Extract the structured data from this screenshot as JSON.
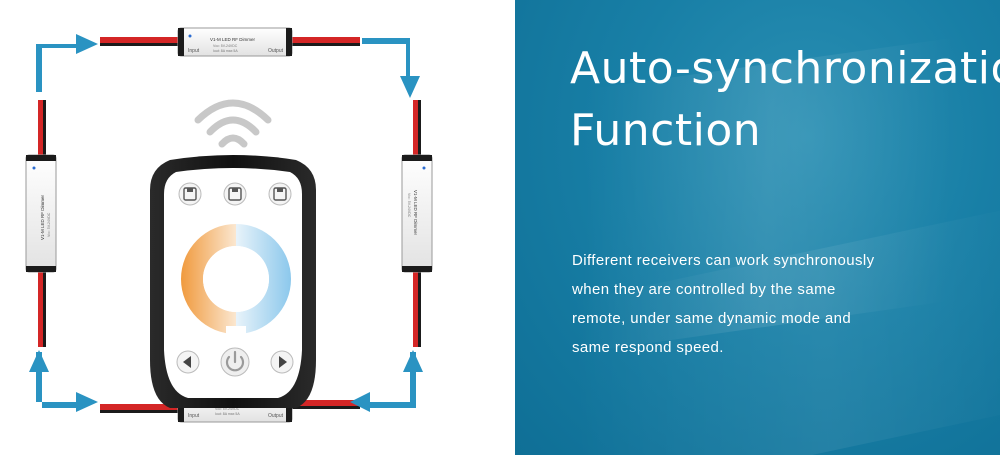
{
  "heading": {
    "line1": "Auto-synchronization",
    "line2": "Function"
  },
  "description": {
    "line1": "Different receivers can work synchronously",
    "line2": "when they are controlled by the same",
    "line3": "remote, under same dynamic mode and",
    "line4": "same respond speed."
  },
  "receiver_labels": {
    "input": "Input",
    "output": "Output",
    "model": "V1-M  LED RF Dimmer",
    "spec1": "Vcc: 5V-24VDC",
    "spec2": "Iout: 8A max 5A"
  },
  "colors": {
    "panel_blue": "#187fa6",
    "arrow_blue": "#2a93c2",
    "wire_red": "#d42626",
    "wire_black": "#1b1b1b",
    "warm_white": "#f0a24a",
    "cool_white": "#9dd0ee"
  },
  "icons": [
    "wifi-signal-icon",
    "memory-1-icon",
    "memory-2-icon",
    "memory-3-icon",
    "arrow-left-icon",
    "power-icon",
    "arrow-right-icon"
  ]
}
